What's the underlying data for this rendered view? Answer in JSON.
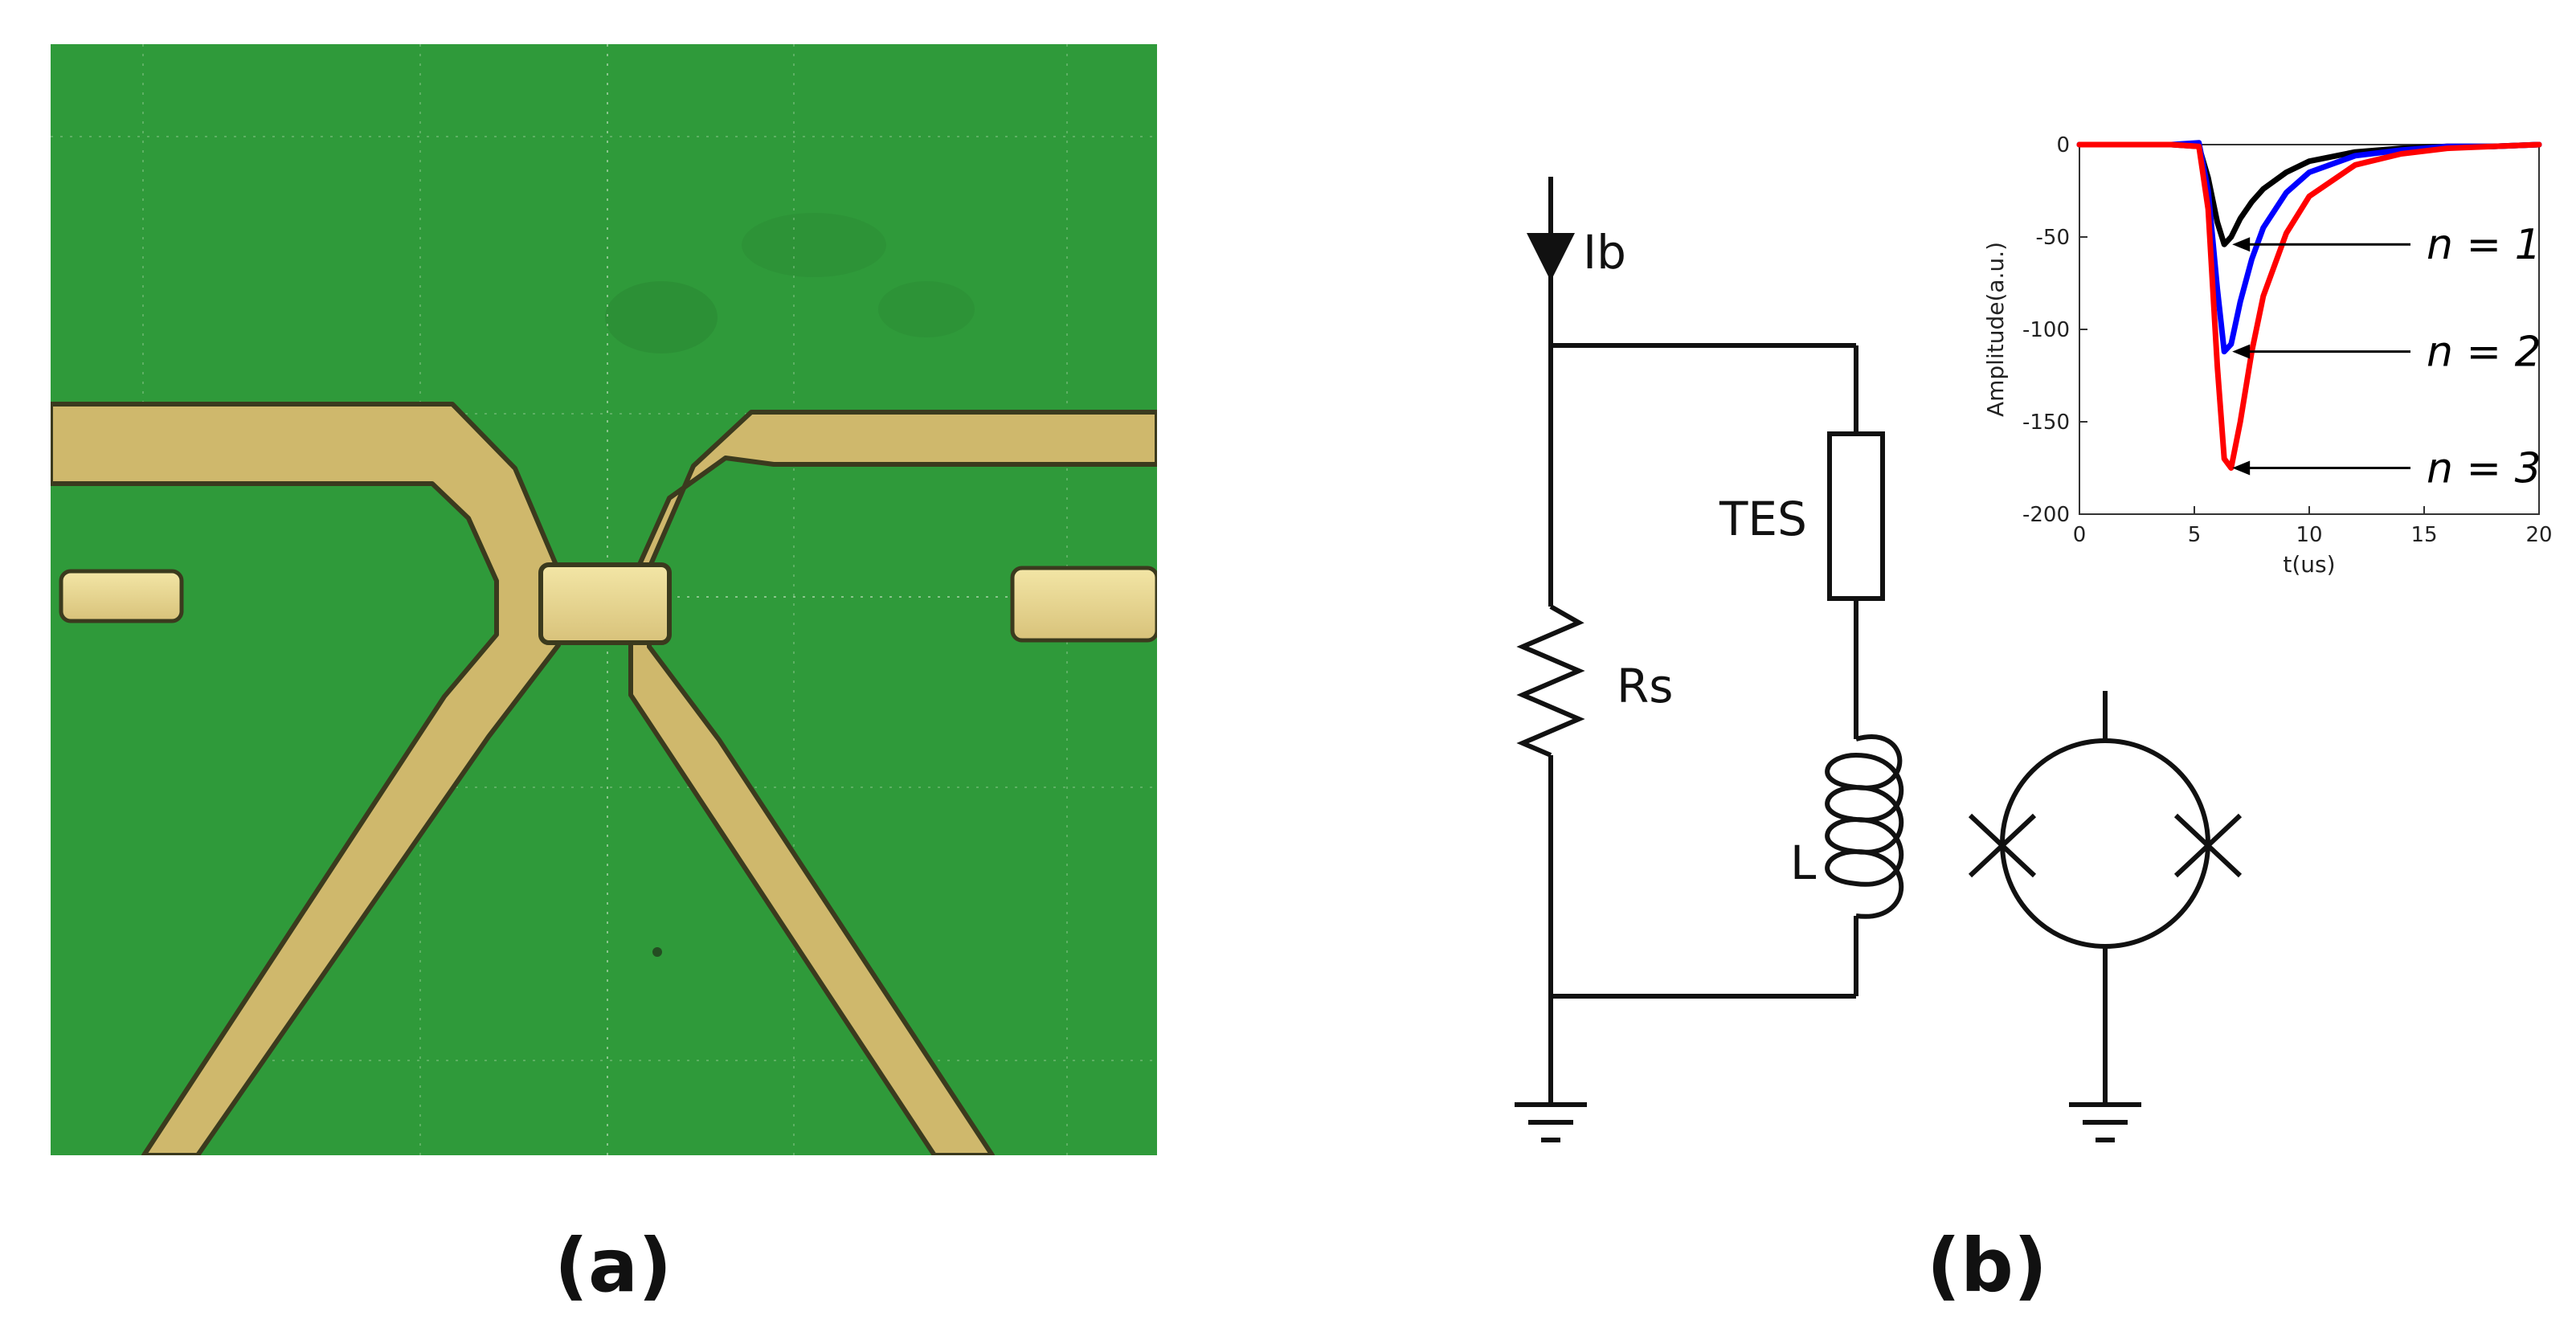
{
  "panel_a": {
    "label": "(a)",
    "colors": {
      "substrate": "#2f9a3a",
      "electrode": "#cdb56a",
      "electrode_edge": "#3b3a1e",
      "grid": "#d6e9d0"
    }
  },
  "panel_b": {
    "label": "(b)",
    "circuit": {
      "current_label": "Ib",
      "tes_label": "TES",
      "shunt_label": "Rs",
      "inductor_label": "L",
      "components": [
        "arrow-icon",
        "resistor",
        "inductor",
        "squid",
        "ground-icon"
      ]
    },
    "inset_chart_labels": [
      "n = 1",
      "n = 2",
      "n = 3"
    ]
  },
  "chart_data": {
    "type": "line",
    "title": "",
    "xlabel": "t(us)",
    "ylabel": "Amplitude(a.u.)",
    "xlim": [
      0,
      20
    ],
    "ylim": [
      -200,
      0
    ],
    "xticks": [
      0,
      5,
      10,
      15,
      20
    ],
    "yticks": [
      0,
      -50,
      -100,
      -150,
      -200
    ],
    "grid": false,
    "series": [
      {
        "color": "#000000",
        "x": [
          0,
          4,
          5.2,
          5.6,
          6.0,
          6.3,
          6.6,
          7.0,
          7.5,
          8.0,
          9.0,
          10.0,
          12.0,
          14.0,
          16.0,
          18.0,
          20.0
        ],
        "values": [
          0,
          0,
          -1,
          -18,
          -42,
          -54,
          -50,
          -40,
          -31,
          -24,
          -15,
          -9,
          -4,
          -2,
          -1,
          -1,
          0
        ]
      },
      {
        "color": "#0000ff",
        "x": [
          0,
          4,
          5.2,
          5.6,
          6.0,
          6.3,
          6.6,
          7.0,
          7.5,
          8.0,
          9.0,
          10.0,
          12.0,
          14.0,
          16.0,
          18.0,
          20.0
        ],
        "values": [
          0,
          0,
          1,
          -25,
          -78,
          -112,
          -108,
          -85,
          -62,
          -45,
          -26,
          -15,
          -6,
          -3,
          -1,
          -1,
          0
        ]
      },
      {
        "color": "#ff0000",
        "x": [
          0,
          4,
          5.2,
          5.6,
          6.0,
          6.3,
          6.6,
          7.0,
          7.5,
          8.0,
          9.0,
          10.0,
          12.0,
          14.0,
          16.0,
          18.0,
          20.0
        ],
        "values": [
          0,
          0,
          -1,
          -35,
          -120,
          -170,
          -175,
          -150,
          -112,
          -82,
          -48,
          -28,
          -11,
          -5,
          -2,
          -1,
          0
        ]
      }
    ],
    "annotations": [
      {
        "text": "n = 1",
        "x": 6.3,
        "y": -54
      },
      {
        "text": "n = 2",
        "x": 6.3,
        "y": -112
      },
      {
        "text": "n = 3",
        "x": 6.3,
        "y": -175
      }
    ]
  }
}
